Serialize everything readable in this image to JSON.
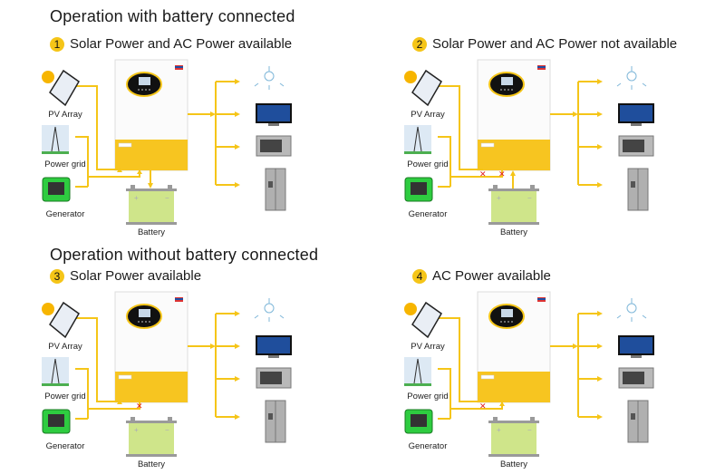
{
  "headings": {
    "with_battery": "Operation with battery connected",
    "without_battery": "Operation without  battery connected"
  },
  "colors": {
    "flow_line": "#f5c518",
    "inverter_band": "#f7c520",
    "battery_fill": "#cfe58a",
    "blocked_mark": "#e02020"
  },
  "labels": {
    "pv": "PV Array",
    "grid": "Power grid",
    "generator": "Generator",
    "battery": "Battery"
  },
  "panels": [
    {
      "number": "1",
      "title": "Solar Power and AC Power available",
      "pv_blocked": false,
      "ac_blocked": false,
      "battery_flow": "charge"
    },
    {
      "number": "2",
      "title": "Solar Power and AC Power not available",
      "pv_blocked": true,
      "ac_blocked": true,
      "battery_flow": "discharge"
    },
    {
      "number": "3",
      "title": "Solar Power available",
      "pv_blocked": false,
      "ac_blocked": true,
      "battery_flow": "none"
    },
    {
      "number": "4",
      "title": "AC Power available",
      "pv_blocked": true,
      "ac_blocked": false,
      "battery_flow": "none"
    }
  ],
  "loads": [
    "light-bulb",
    "television",
    "microwave",
    "refrigerator"
  ]
}
